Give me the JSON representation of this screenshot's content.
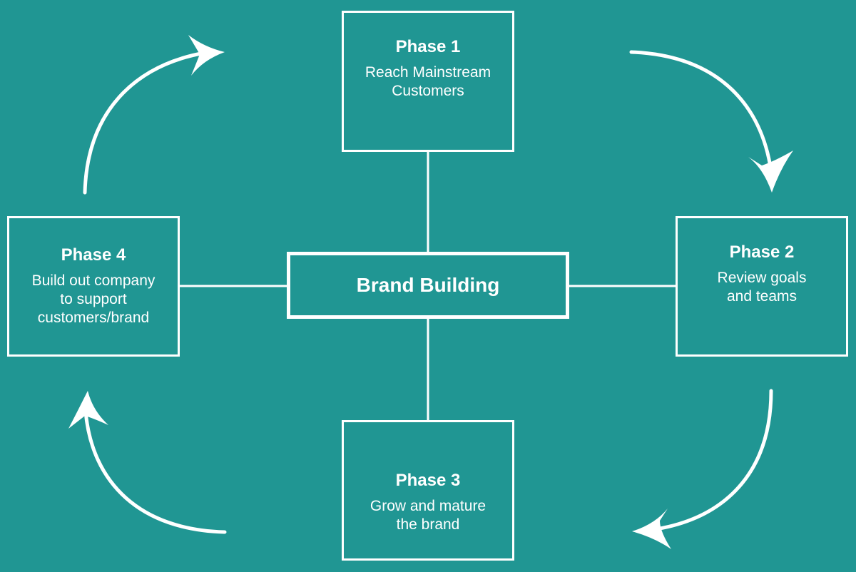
{
  "diagram": {
    "background_color": "#209693",
    "foreground_color": "#ffffff",
    "center": {
      "label": "Brand Building"
    },
    "phases": [
      {
        "title": "Phase 1",
        "description": "Reach Mainstream\nCustomers"
      },
      {
        "title": "Phase 2",
        "description": "Review goals\nand teams"
      },
      {
        "title": "Phase 3",
        "description": "Grow and mature\nthe brand"
      },
      {
        "title": "Phase 4",
        "description": "Build out company\nto support\ncustomers/brand"
      }
    ],
    "cycle_direction": "clockwise"
  }
}
